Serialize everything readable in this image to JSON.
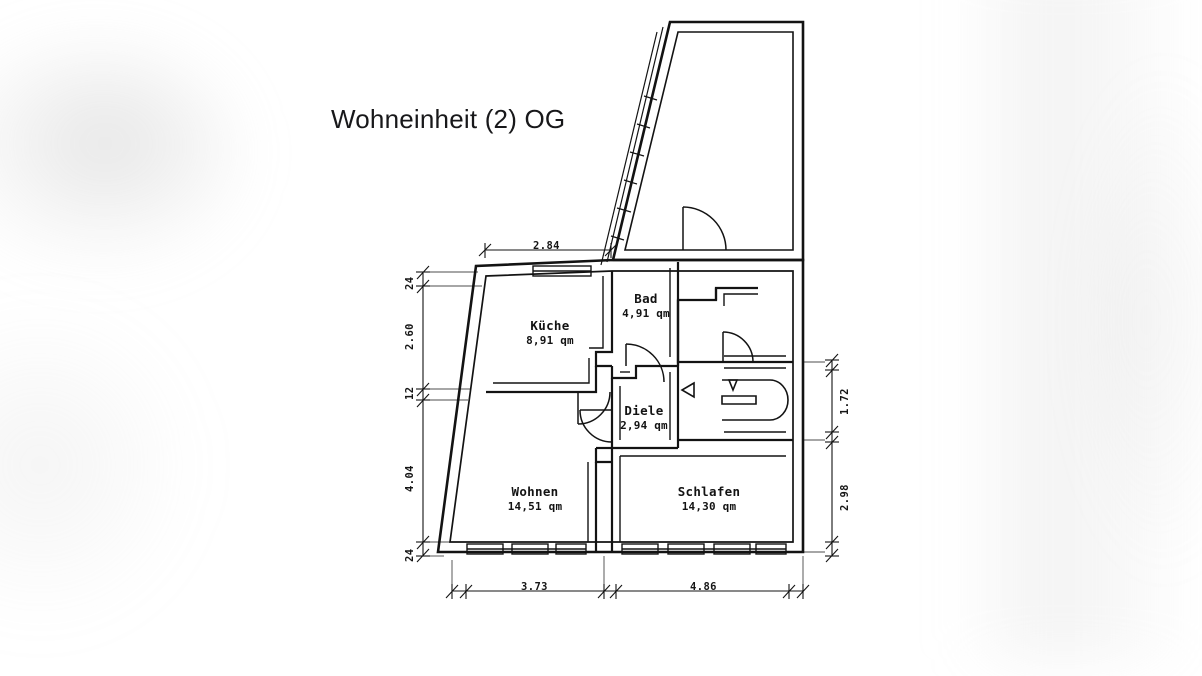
{
  "plan": {
    "title": "Wohneinheit (2) OG",
    "unit_suffix": "qm",
    "rooms": [
      {
        "id": "kueche",
        "name": "Küche",
        "area": "8,91 qm"
      },
      {
        "id": "bad",
        "name": "Bad",
        "area": "4,91 qm"
      },
      {
        "id": "diele",
        "name": "Diele",
        "area": "2,94 qm"
      },
      {
        "id": "wohnen",
        "name": "Wohnen",
        "area": "14,51 qm"
      },
      {
        "id": "schlafen",
        "name": "Schlafen",
        "area": "14,30 qm"
      }
    ],
    "dimensions": {
      "top": [
        {
          "value": "2.84"
        }
      ],
      "left": [
        {
          "value": "24"
        },
        {
          "value": "2.60"
        },
        {
          "value": "12"
        },
        {
          "value": "4.04"
        },
        {
          "value": "24"
        }
      ],
      "right": [
        {
          "value": "1.72"
        },
        {
          "value": "2.98"
        }
      ],
      "bottom": [
        {
          "value": "3.73"
        },
        {
          "value": "4.86"
        }
      ]
    },
    "colors": {
      "ink": "#131313",
      "paper": "#ffffff",
      "title": "#18181a"
    }
  }
}
